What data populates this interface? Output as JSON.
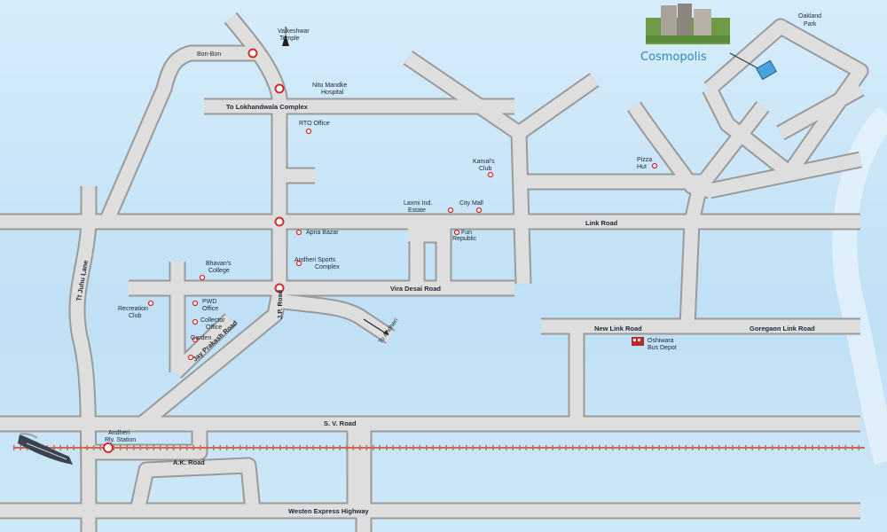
{
  "brand": {
    "name": "Cosmopolis"
  },
  "roads": {
    "link_road": "Link Road",
    "to_lokhandwala": "To Lokhandwala Complex",
    "veera_desai": "Vira Desai Road",
    "new_link": "New Link Road",
    "goregaon_link": "Goregaon Link Road",
    "sv_road": "S. V. Road",
    "ak_road": "A.K. Road",
    "western_express": "Westen Express Highway",
    "jp_road": "J.P. Road",
    "jay_prakash": "Jay Prakash Road",
    "tejuhu_lane": "Tt Juhu Lane",
    "to_andheri": "To Andheri"
  },
  "places": {
    "valkeshwar": [
      "Valkeshwar",
      "Temple"
    ],
    "bon_bon": "Bon-Bon",
    "nitu_mandke": [
      "Nitu Mandke",
      "Hospital"
    ],
    "rto": "RTO Office",
    "kamals_club": [
      "Kamal's",
      "Club"
    ],
    "laxmi_ind": [
      "Laxmi Ind.",
      "Estate"
    ],
    "city_mall": "City Mall",
    "fun_republic": [
      "Fun",
      "Republic"
    ],
    "apna_bazar": "Apna Bazar",
    "andheri_sports": [
      "Andheri Sports",
      "Complex"
    ],
    "bhavans": [
      "Bhavan's",
      "College"
    ],
    "recreation": [
      "Recreation",
      "Club"
    ],
    "pwd": [
      "PWD",
      "Office"
    ],
    "collector": [
      "Collector",
      "Office"
    ],
    "garden": "Garden",
    "pizza_hut": [
      "Pizza",
      "Hut"
    ],
    "oakland_park": [
      "Oakland",
      "Park"
    ],
    "oshiwara_depot": [
      "Oshiwara",
      "Bus Depot"
    ],
    "andheri_station": [
      "Andheri",
      "Rly. Station"
    ]
  },
  "colors": {
    "sky": "#cfe8f7",
    "road_fill": "#dedede",
    "road_edge": "#9a9a9a",
    "marker": "#d62b2b",
    "rail": "#c46b5a",
    "project": "#4aa3dc"
  }
}
